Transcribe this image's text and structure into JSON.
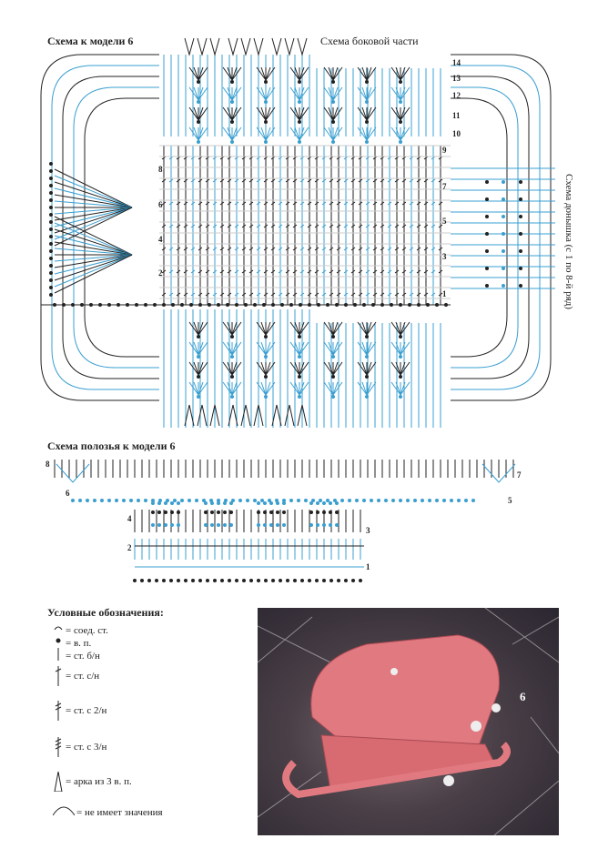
{
  "main_chart": {
    "title": "Схема к модели 6",
    "side_title": "Схема боковой части",
    "bottom_label": "Схема донышка (с 1 по 8-й ряд)",
    "left_row_numbers": [
      "8",
      "6",
      "4",
      "2"
    ],
    "right_row_numbers": [
      "14",
      "13",
      "12",
      "11",
      "10",
      "9",
      "7",
      "5",
      "3",
      "1"
    ]
  },
  "runner_chart": {
    "title": "Схема полозья к модели 6",
    "row_numbers": [
      "8",
      "7",
      "6",
      "5",
      "4",
      "3",
      "2",
      "1"
    ]
  },
  "legend": {
    "title": "Условные обозначения:",
    "items": [
      {
        "icon": "slip-stitch-icon",
        "label": "= соед. ст."
      },
      {
        "icon": "chain-stitch-icon",
        "label": "= в. п."
      },
      {
        "icon": "single-crochet-icon",
        "label": "= ст. б/н"
      },
      {
        "icon": "double-crochet-icon",
        "label": "= ст. с/н"
      },
      {
        "icon": "treble-crochet-icon",
        "label": "= ст. с 2/н"
      },
      {
        "icon": "double-treble-icon",
        "label": "= ст. с 3/н"
      },
      {
        "icon": "arch-icon",
        "label": "= арка из 3 в. п."
      },
      {
        "icon": "no-meaning-arc-icon",
        "label": "= не имеет значения"
      }
    ]
  },
  "photo": {
    "number": "6"
  },
  "colors": {
    "black": "#222222",
    "blue": "#3a9fd0"
  }
}
